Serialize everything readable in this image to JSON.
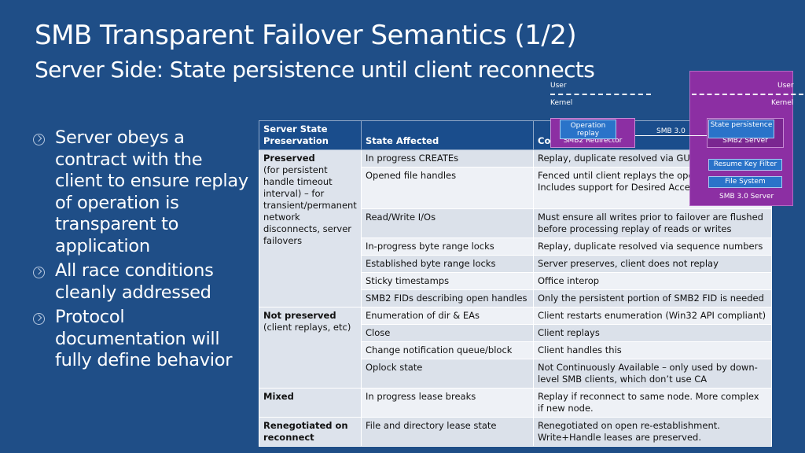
{
  "title": "SMB Transparent Failover Semantics (1/2)",
  "subtitle": "Server Side: State persistence until client reconnects",
  "bullets": [
    "Server obeys a contract with the client to ensure replay of operation is transparent to application",
    "All race conditions cleanly addressed",
    "Protocol documentation will fully define behavior"
  ],
  "table": {
    "headers": [
      "Server State Preservation",
      "State Affected",
      "Comment"
    ],
    "groups": {
      "preserved": {
        "title": "Preserved",
        "desc": "(for persistent handle timeout interval) – for transient/permanent network disconnects, server failovers"
      },
      "not_preserved": {
        "title": "Not preserved",
        "desc": "(client replays, etc)"
      },
      "mixed": {
        "title": "Mixed",
        "desc": ""
      },
      "renegotiated": {
        "title": "Renegotiated on reconnect",
        "desc": ""
      }
    },
    "rows": [
      {
        "state": "In progress CREATEs",
        "comment": "Replay, duplicate resolved via GUID"
      },
      {
        "state": "Opened file handles",
        "comment": "Fenced until client replays the open using GUID. Includes support for Desired Access modes"
      },
      {
        "state": "Read/Write I/Os",
        "comment": "Must ensure all writes prior to failover are flushed before processing replay of reads or writes"
      },
      {
        "state": "In-progress byte range locks",
        "comment": "Replay, duplicate resolved via sequence numbers"
      },
      {
        "state": "Established byte range locks",
        "comment": "Server preserves, client does not replay"
      },
      {
        "state": "Sticky timestamps",
        "comment": "Office interop"
      },
      {
        "state": "SMB2 FIDs describing open handles",
        "comment": "Only the persistent portion of SMB2 FID  is needed"
      },
      {
        "state": "Enumeration of dir & EAs",
        "comment": "Client restarts enumeration (Win32 API compliant)"
      },
      {
        "state": "Close",
        "comment": "Client replays"
      },
      {
        "state": "Change notification queue/block",
        "comment": "Client handles this"
      },
      {
        "state": "Oplock state",
        "comment": "Not Continuously Available –  only used by down-level  SMB clients, which don’t use CA"
      },
      {
        "state": "In progress lease breaks",
        "comment": "Replay if reconnect to same node. More complex if new node."
      },
      {
        "state": "File and directory lease state",
        "comment": "Renegotiated on open re-establishment. Write+Handle leases are preserved."
      }
    ]
  },
  "diagram": {
    "user_left": "User",
    "user_right": "User",
    "kernel_left": "Kernel",
    "kernel_right": "Kernel",
    "operation_replay": "Operation replay",
    "smb2_redirector": "SMB2 Redirector",
    "smb30_link": "SMB 3.0",
    "state_persistence": "State persistence",
    "smb2_server": "SMB2 Server",
    "resume_key_filter": "Resume Key Filter",
    "file_system": "File System",
    "smb30_server": "SMB 3.0 Server"
  },
  "colors": {
    "background": "#1f4e87",
    "header": "#1a4d8c",
    "purple": "#8c2fa3",
    "blue_box": "#2a73c9"
  }
}
